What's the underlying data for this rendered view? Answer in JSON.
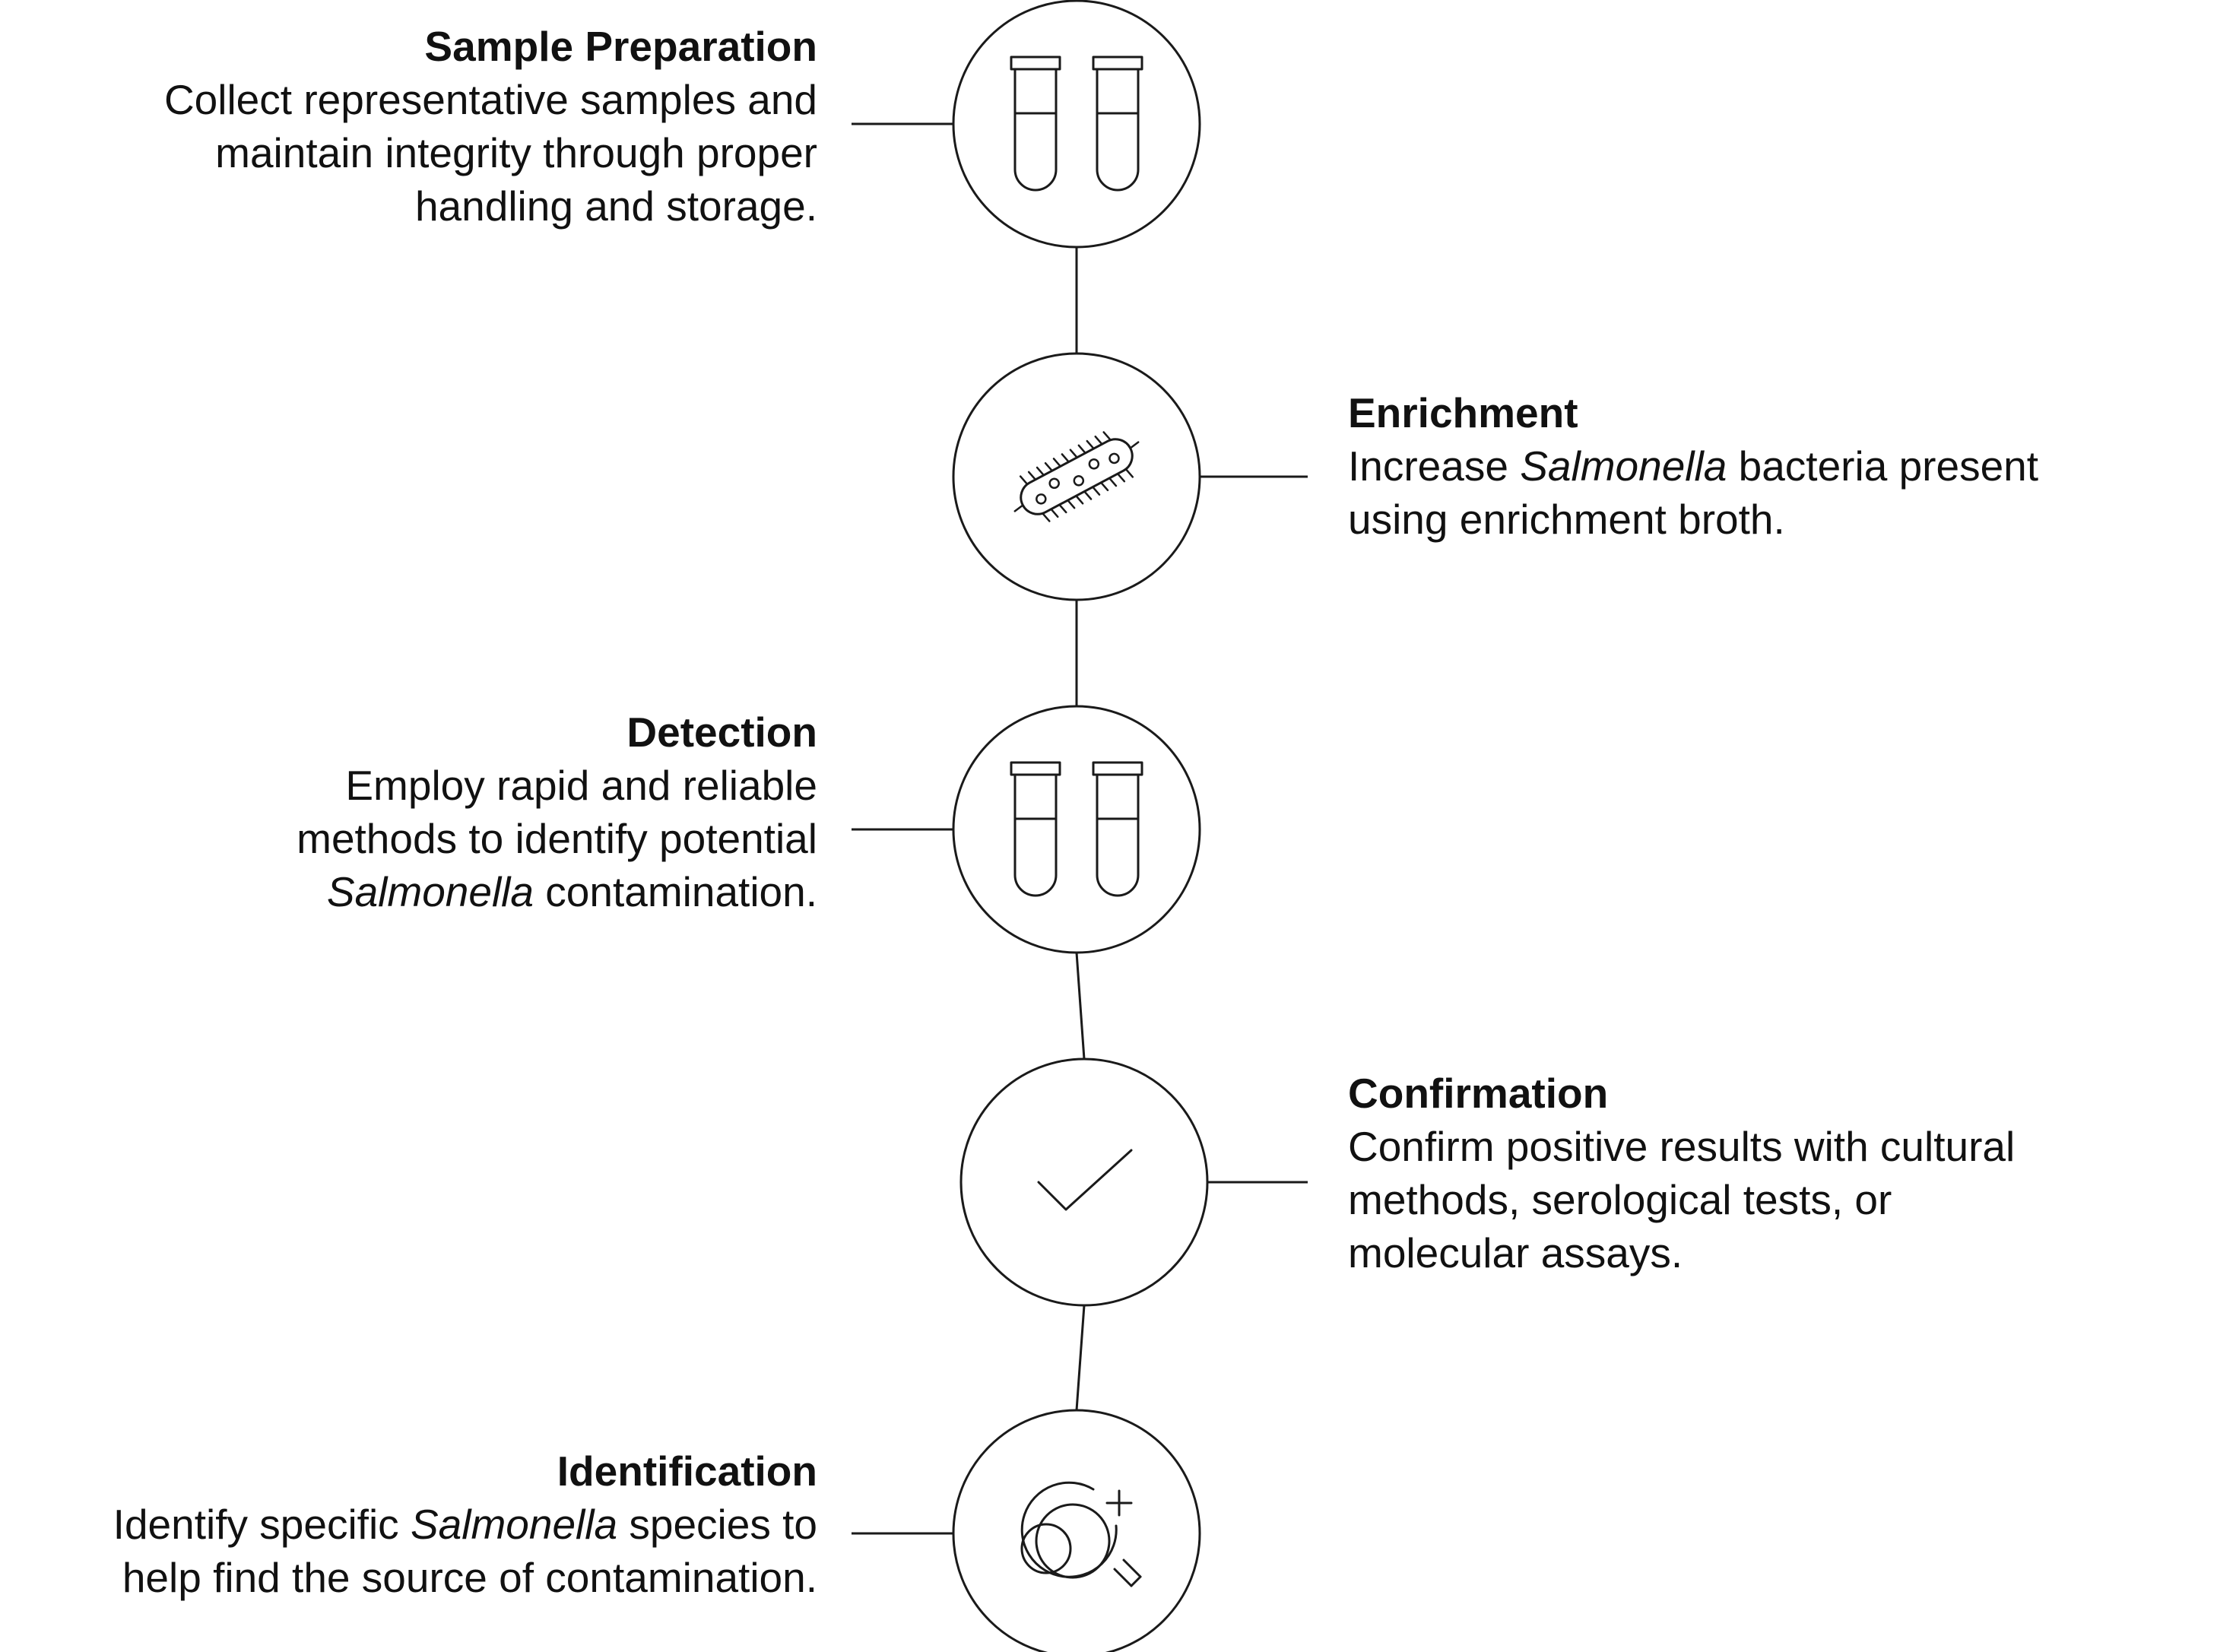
{
  "colors": {
    "stroke": "#1a1a1a",
    "text": "#111111",
    "background": "#ffffff"
  },
  "steps": [
    {
      "id": "sample-preparation",
      "side": "left",
      "icon": "test-tubes-icon",
      "title": "Sample Preparation",
      "lines": [
        [
          "Collect representative samples and"
        ],
        [
          "maintain integrity through proper"
        ],
        [
          "handling and storage."
        ]
      ]
    },
    {
      "id": "enrichment",
      "side": "right",
      "icon": "bacterium-icon",
      "title": "Enrichment",
      "lines": [
        [
          "Increase ",
          "*Salmonella",
          " bacteria present"
        ],
        [
          "using enrichment broth."
        ]
      ]
    },
    {
      "id": "detection",
      "side": "left",
      "icon": "test-tubes-icon",
      "title": "Detection",
      "lines": [
        [
          "Employ rapid and reliable"
        ],
        [
          "methods to identify potential"
        ],
        [
          "*Salmonella",
          " contamination."
        ]
      ]
    },
    {
      "id": "confirmation",
      "side": "right",
      "icon": "checkmark-icon",
      "title": "Confirmation",
      "lines": [
        [
          "Confirm positive results with cultural"
        ],
        [
          "methods, serological tests, or"
        ],
        [
          "molecular assays."
        ]
      ]
    },
    {
      "id": "identification",
      "side": "left",
      "icon": "magnifier-cells-icon",
      "title": "Identification",
      "lines": [
        [
          "Identify specific ",
          "*Salmonella",
          " species to"
        ],
        [
          "help find the source of contamination."
        ]
      ]
    }
  ]
}
